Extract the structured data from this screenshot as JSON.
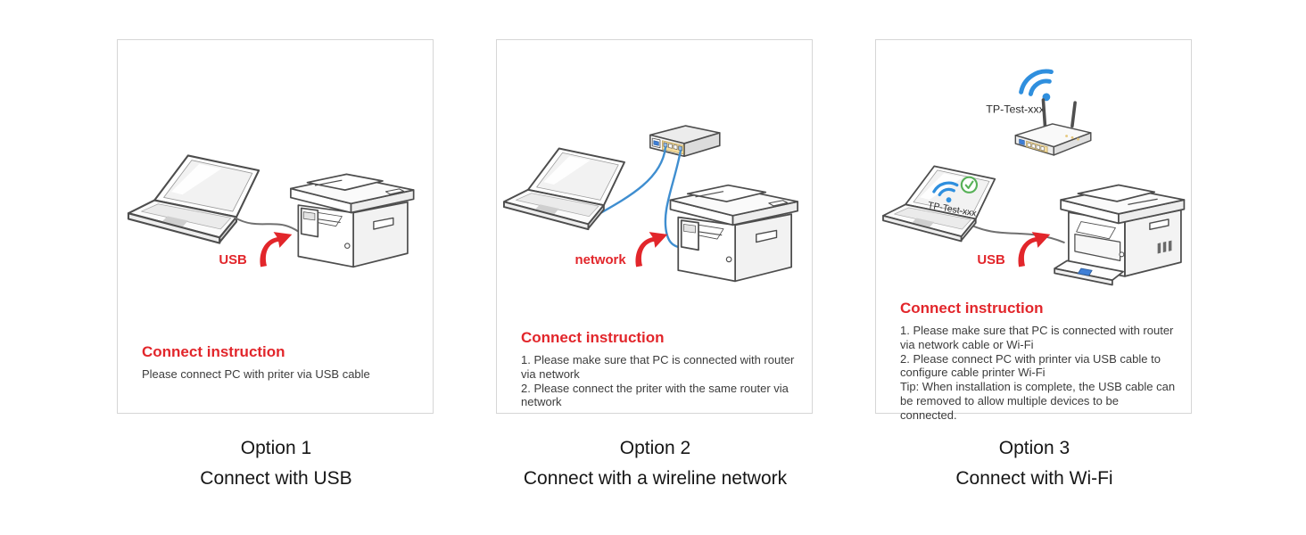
{
  "page_background": "#ffffff",
  "colors": {
    "accent_red": "#e2262b",
    "cable_blue": "#3f8ed0",
    "wifi_blue": "#2f8fde",
    "check_green": "#57b157",
    "port_yellow": "#f5dc9e",
    "panel_border": "#d6d6d6"
  },
  "icons": {
    "wifi": "wifi-signal-icon",
    "check": "check-circle-icon",
    "arrow": "curved-red-arrow-icon"
  },
  "options": [
    {
      "title": "Option 1",
      "subtitle": "Connect with USB",
      "diagram_label": "USB",
      "instruction_heading": "Connect instruction",
      "instructions": [
        "Please connect PC with priter via USB cable"
      ]
    },
    {
      "title": "Option 2",
      "subtitle": "Connect with a wireline network",
      "diagram_label": "network",
      "instruction_heading": "Connect instruction",
      "instructions": [
        "1. Please make sure that PC is connected with router via network",
        "2. Please connect the priter with the same router via network"
      ]
    },
    {
      "title": "Option 3",
      "subtitle": "Connect with Wi-Fi",
      "diagram_label": "USB",
      "ssid": "TP-Test-xxx",
      "instruction_heading": "Connect instruction",
      "instructions": [
        "1. Please make sure that PC is connected with router via network cable or Wi-Fi",
        "2. Please connect PC with printer via USB cable to configure cable printer Wi-Fi",
        "Tip: When installation is complete, the USB cable can be removed to allow multiple devices to be connected."
      ]
    }
  ]
}
